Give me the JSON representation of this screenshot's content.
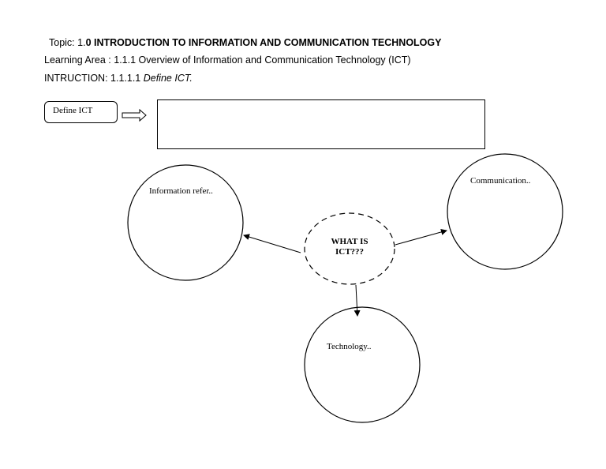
{
  "header": {
    "topic_prefix": "Topic:  1.",
    "topic_bold": "0 INTRODUCTION TO INFORMATION AND COMMUNICATION  TECHNOLOGY",
    "learning_area": "Learning  Area :   1.1.1 Overview of Information and Communication Technology (ICT)",
    "instruction_prefix": "INTRUCTION: 1.1.1.1 ",
    "instruction_italic": "Define ICT."
  },
  "diagram": {
    "define_label": "Define  ICT",
    "center_line1": "WHAT IS",
    "center_line2": "ICT???",
    "information_label": "Information refer..",
    "communication_label": "Communication..",
    "technology_label": "Technology.."
  }
}
